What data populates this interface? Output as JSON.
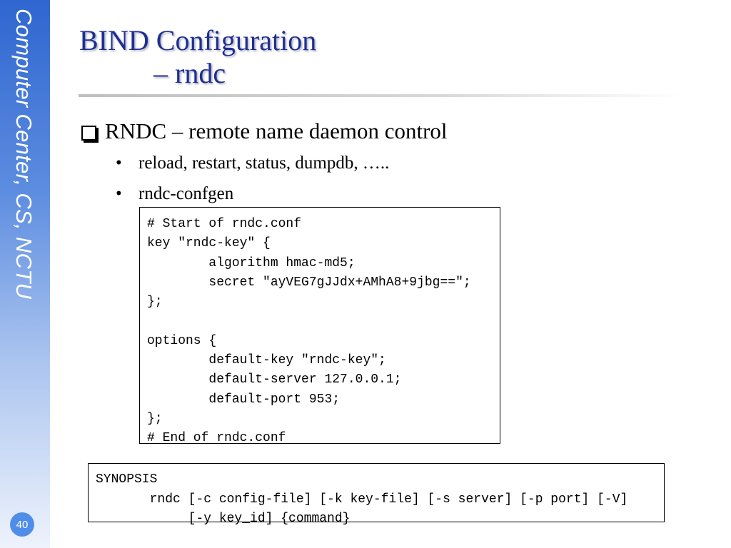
{
  "sidebar": {
    "text": "Computer Center, CS, NCTU",
    "page_number": "40"
  },
  "title": {
    "line1": "BIND Configuration",
    "line2": "– rndc"
  },
  "bullet": {
    "text": "RNDC – remote name daemon control"
  },
  "sub_items": [
    {
      "text": "reload, restart, status, dumpdb, ….."
    },
    {
      "text": "rndc-confgen"
    }
  ],
  "rndc_conf": {
    "lines": [
      "# Start of rndc.conf",
      "key \"rndc-key\" {",
      "        algorithm hmac-md5;",
      "        secret \"ayVEG7gJJdx+AMhA8+9jbg==\";",
      "};",
      "",
      "options {",
      "        default-key \"rndc-key\";",
      "        default-server 127.0.0.1;",
      "        default-port 953;",
      "};",
      "# End of rndc.conf"
    ]
  },
  "synopsis": {
    "lines": [
      "SYNOPSIS",
      "       rndc [-c config-file] [-k key-file] [-s server] [-p port] [-V]",
      "            [-y key_id] {command}"
    ]
  }
}
